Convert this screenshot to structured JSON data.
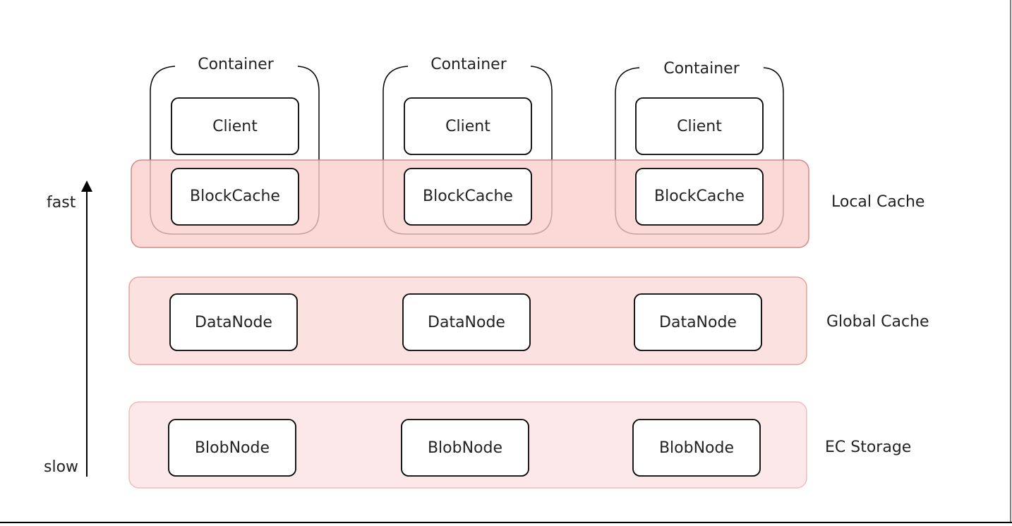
{
  "containers": [
    {
      "label": "Container",
      "client": "Client",
      "cache": "BlockCache"
    },
    {
      "label": "Container",
      "client": "Client",
      "cache": "BlockCache"
    },
    {
      "label": "Container",
      "client": "Client",
      "cache": "BlockCache"
    }
  ],
  "layers": [
    {
      "name": "Local Cache",
      "nodes": [
        "BlockCache",
        "BlockCache",
        "BlockCache"
      ],
      "fill": "#f8cecc",
      "stroke": "#b85450"
    },
    {
      "name": "Global Cache",
      "nodes": [
        "DataNode",
        "DataNode",
        "DataNode"
      ],
      "fill": "#fbdcdc",
      "stroke": "#d9908c"
    },
    {
      "name": "EC Storage",
      "nodes": [
        "BlobNode",
        "BlobNode",
        "BlobNode"
      ],
      "fill": "#fbe7e7",
      "stroke": "#eab0ad"
    }
  ],
  "axis": {
    "fast": "fast",
    "slow": "slow"
  }
}
